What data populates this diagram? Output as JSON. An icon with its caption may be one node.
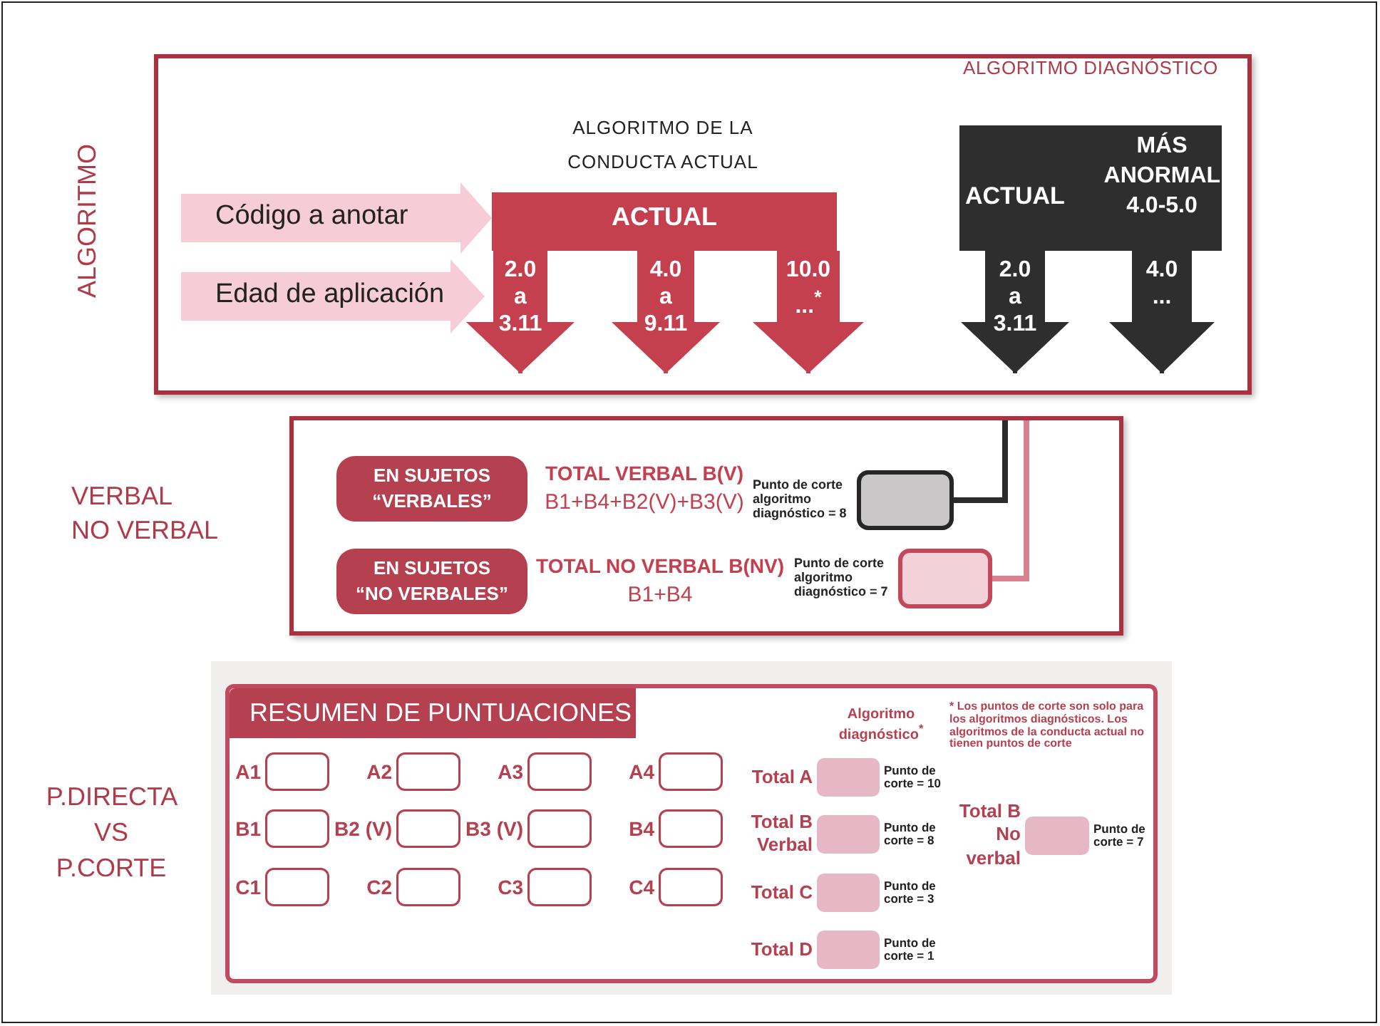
{
  "diagram": {
    "nodes": [
      {
        "text": [],
        "shape": "box",
        "beside": [
          "ALGORITMO"
        ]
      },
      {
        "text": [
          "Edad de aplicación"
        ],
        "in": 0
      },
      {
        "text": [
          "ALGORITMO DE LA CONDUCTA ACTUAL",
          "ACTUAL"
        ],
        "in": 0
      },
      {
        "text": [
          "ALGORITMO DIAGNÓSTICO",
          "ACTUAL",
          "MÁS ANORMAL 4.0-5.0"
        ],
        "in": 0
      },
      {
        "text": [],
        "shape": "box",
        "beside": [
          "VERBAL",
          "NO VERBAL"
        ]
      },
      {
        "text": [
          "EN SUJETOS “VERBALES”"
        ],
        "in": 4,
        "beside": [
          "TOTAL VERBAL B(V)",
          "B1+B4+B2(V)+B3(V)"
        ]
      },
      {
        "text": [
          "EN SUJETOS “NO VERBALES”"
        ],
        "in": 4,
        "beside": [
          "TOTAL NO VERBAL B(NV)",
          "B1+B4"
        ]
      },
      {
        "text": [],
        "shape": "box",
        "in": 4,
        "beside": [
          "Punto de corte algoritmo diagnóstico = 8"
        ]
      },
      {
        "text": [],
        "shape": "box",
        "in": 4,
        "beside": [
          "Punto de corte algoritmo diagnóstico = 7"
        ]
      },
      {
        "text": [
          "RESUMEN DE PUNTUACIONES"
        ],
        "beside": [
          "P.DIRECTA VS P.CORTE"
        ]
      },
      {
        "text": [],
        "shape": "box",
        "in": 9,
        "beside": [
          "A1"
        ]
      },
      {
        "text": [],
        "shape": "box",
        "in": 9,
        "beside": [
          "A2"
        ]
      },
      {
        "text": [],
        "shape": "box",
        "in": 9,
        "beside": [
          "A3"
        ]
      },
      {
        "text": [],
        "shape": "box",
        "in": 9,
        "beside": [
          "A4"
        ]
      },
      {
        "text": [],
        "shape": "box",
        "in": 9,
        "beside": [
          "B1"
        ]
      },
      {
        "text": [],
        "shape": "box",
        "in": 9,
        "beside": [
          "B2 (V)"
        ]
      },
      {
        "text": [],
        "shape": "box",
        "in": 9,
        "beside": [
          "B3 (V)"
        ]
      },
      {
        "text": [],
        "shape": "box",
        "in": 9,
        "beside": [
          "B4"
        ]
      },
      {
        "text": [],
        "shape": "box",
        "in": 9,
        "beside": [
          "C1"
        ]
      },
      {
        "text": [],
        "shape": "box",
        "in": 9,
        "beside": [
          "C2"
        ]
      },
      {
        "text": [],
        "shape": "box",
        "in": 9,
        "beside": [
          "C3"
        ]
      },
      {
        "text": [],
        "shape": "box",
        "in": 9,
        "beside": [
          "C4"
        ]
      },
      {
        "text": [],
        "shape": "box",
        "in": 9,
        "beside": [
          "Total A",
          "Punto de corte = 10"
        ]
      },
      {
        "text": [],
        "shape": "box",
        "in": 9,
        "beside": [
          "Total B Verbal",
          "Punto de corte = 8"
        ]
      },
      {
        "text": [],
        "shape": "box",
        "in": 9,
        "beside": [
          "Total B No verbal",
          "Punto de corte = 7"
        ]
      },
      {
        "text": [],
        "shape": "box",
        "in": 9,
        "beside": [
          "Total C",
          "Punto de corte = 3"
        ]
      },
      {
        "text": [],
        "shape": "box",
        "in": 9,
        "beside": [
          "Total D",
          "Punto de corte = 1"
        ]
      }
    ],
    "edges": [
      {
        "from": null,
        "to": 2,
        "arrow": "to",
        "label": "Código a anotar",
        "style": "thick",
        "color": "#f6cdd7"
      },
      {
        "from": 2,
        "to": null,
        "arrow": "to",
        "label": "2.0 a 3.11",
        "color": "#c4404f"
      },
      {
        "from": 2,
        "to": null,
        "arrow": "to",
        "label": "4.0 a 9.11",
        "color": "#c4404f"
      },
      {
        "from": 2,
        "to": null,
        "arrow": "to",
        "label": "10.0 ...$^{*}$",
        "color": "#c4404f"
      },
      {
        "from": 3,
        "to": null,
        "arrow": "to",
        "label": "2.0 a 3.11",
        "color": "#2e2e2e"
      },
      {
        "from": 3,
        "to": null,
        "arrow": "to",
        "label": "4.0 ...",
        "color": "#2e2e2e"
      },
      {
        "from": 7,
        "to": null,
        "arrow": "none",
        "color": "#2b2b2b"
      },
      {
        "from": 8,
        "to": null,
        "arrow": "none",
        "color": "#d9808f"
      }
    ],
    "labels": [
      "Algoritmo diagnóstico$^{*}$",
      "* Los puntos de corte son solo para los algoritmos diagnósticos. Los algoritmos de la conducta actual no tienen puntos de corte"
    ]
  }
}
